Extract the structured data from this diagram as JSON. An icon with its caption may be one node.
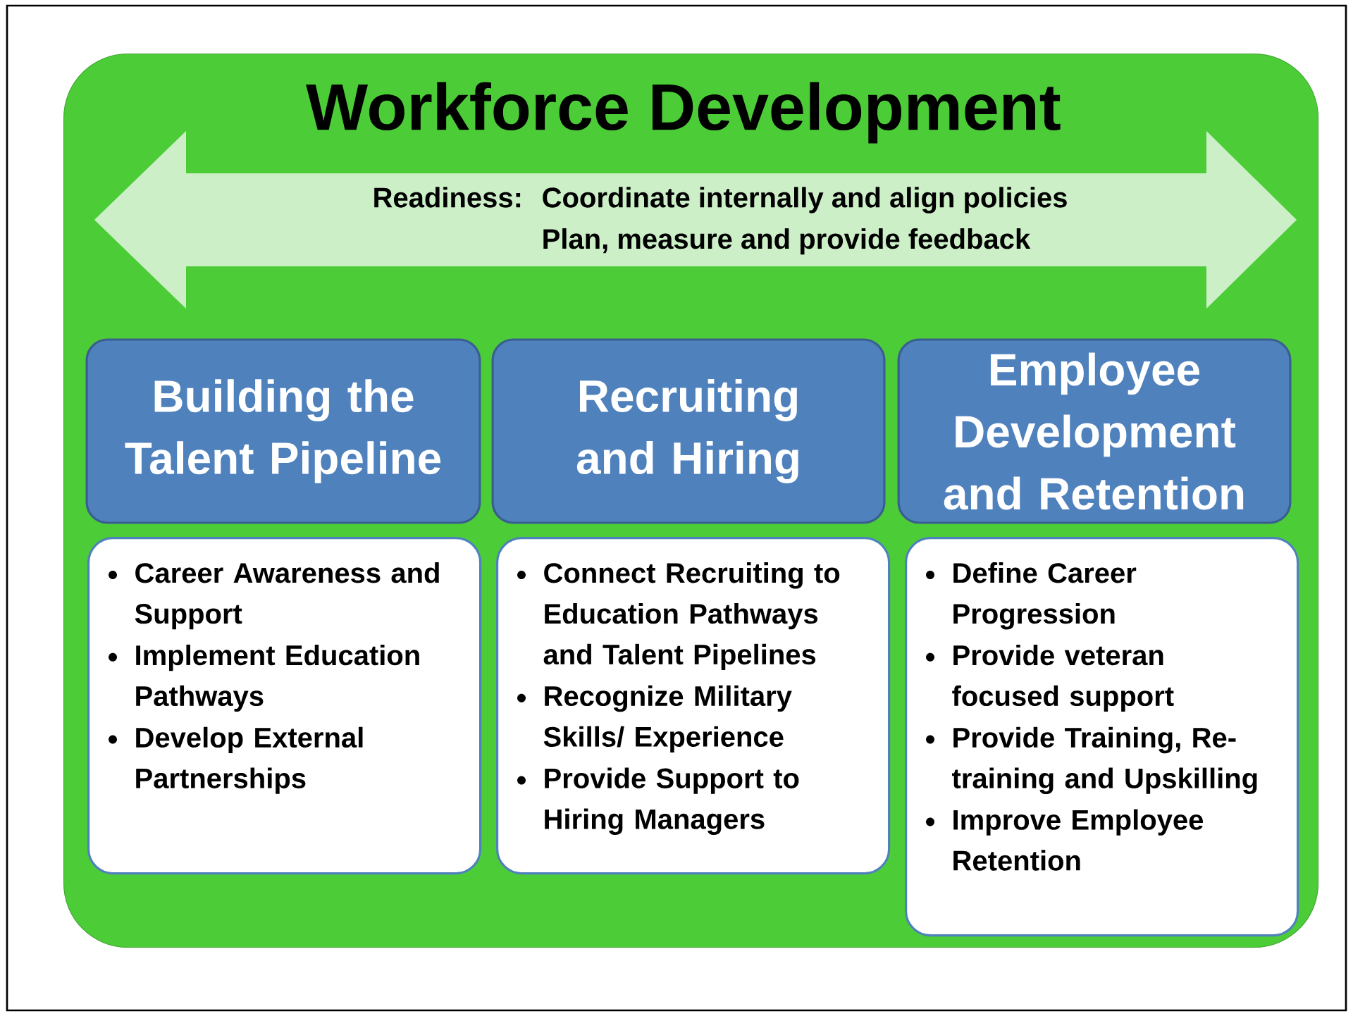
{
  "diagram": {
    "nodes": [
      {
        "text": [
          "Workforce Development"
        ]
      },
      {
        "text": [
          "Readiness:",
          "Coordinate internally and align policies",
          "Plan, measure and provide feedback"
        ],
        "in": 0
      },
      {
        "text": [
          "Building the Talent Pipeline"
        ],
        "in": 0
      },
      {
        "text": [
          "Recruiting and Hiring"
        ],
        "in": 0
      },
      {
        "text": [
          "Employee Development and Retention"
        ],
        "in": 0
      },
      {
        "text": [
          "Career Awareness and Support",
          "Implement Education Pathways",
          "Develop External Partnerships"
        ],
        "in": 0
      },
      {
        "text": [
          "Connect Recruiting to Education Pathways and Talent Pipelines",
          "Recognize Military Skills/ Experience",
          "Provide Support to Hiring Managers"
        ],
        "in": 0
      },
      {
        "text": [
          "Define Career Progression",
          "Provide veteran focused support",
          "Provide Training, Re-training and Upskilling",
          "Improve Employee Retention"
        ],
        "in": 0
      }
    ]
  }
}
